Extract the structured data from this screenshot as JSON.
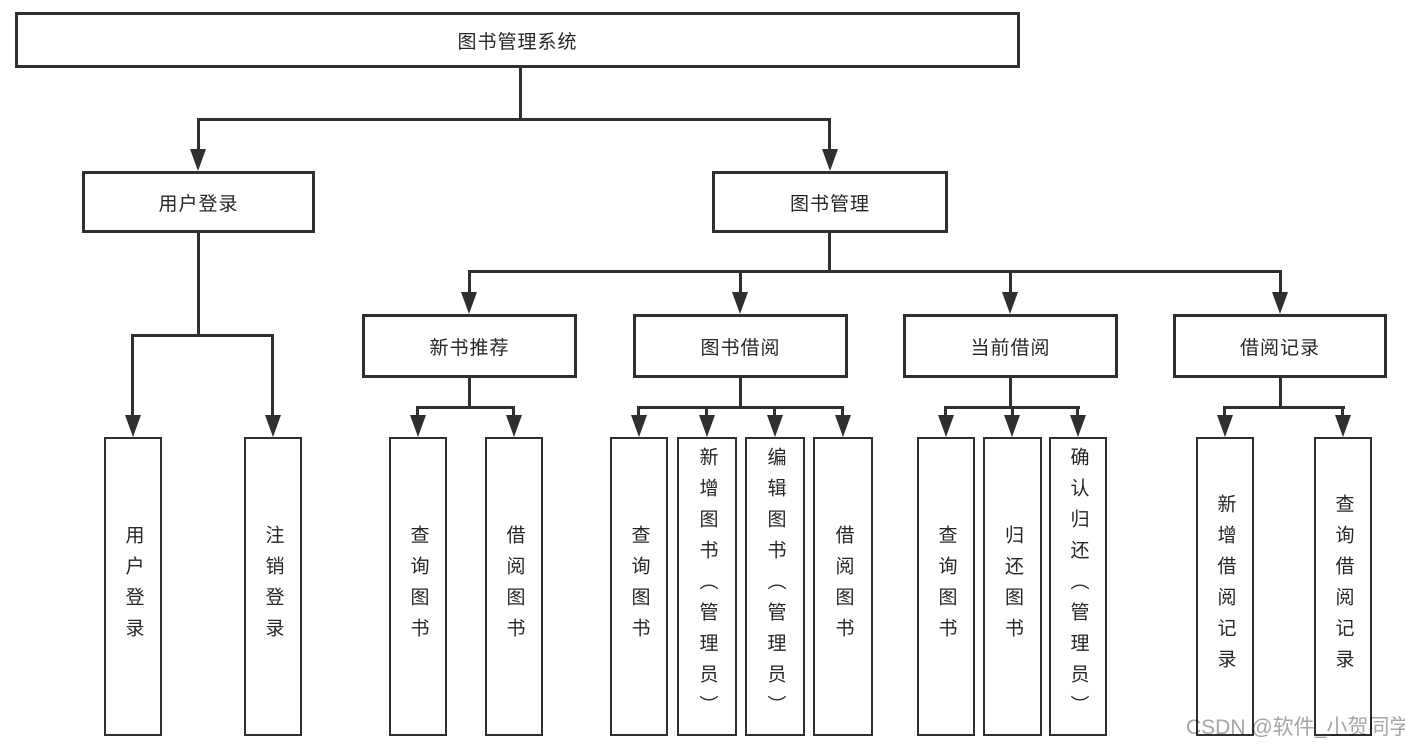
{
  "page": {
    "background": "#ffffff"
  },
  "colors": {
    "line": "#2f2f2f",
    "box_border": "#2f2f2f",
    "text": "#262626",
    "watermark": "#a6a6a6"
  },
  "tree": {
    "label": "图书管理系统",
    "children": [
      {
        "label": "用户登录",
        "children": [
          {
            "label": "用户登录"
          },
          {
            "label": "注销登录"
          }
        ]
      },
      {
        "label": "图书管理",
        "children": [
          {
            "label": "新书推荐",
            "children": [
              {
                "label": "查询图书"
              },
              {
                "label": "借阅图书"
              }
            ]
          },
          {
            "label": "图书借阅",
            "children": [
              {
                "label": "查询图书"
              },
              {
                "label": "新增图书（管理员）"
              },
              {
                "label": "编辑图书（管理员）"
              },
              {
                "label": "借阅图书"
              }
            ]
          },
          {
            "label": "当前借阅",
            "children": [
              {
                "label": "查询图书"
              },
              {
                "label": "归还图书"
              },
              {
                "label": "确认归还（管理员）"
              }
            ]
          },
          {
            "label": "借阅记录",
            "children": [
              {
                "label": "新增借阅记录"
              },
              {
                "label": "查询借阅记录"
              }
            ]
          }
        ]
      }
    ]
  },
  "watermark": {
    "text": "CSDN @软件_小贺同学"
  }
}
